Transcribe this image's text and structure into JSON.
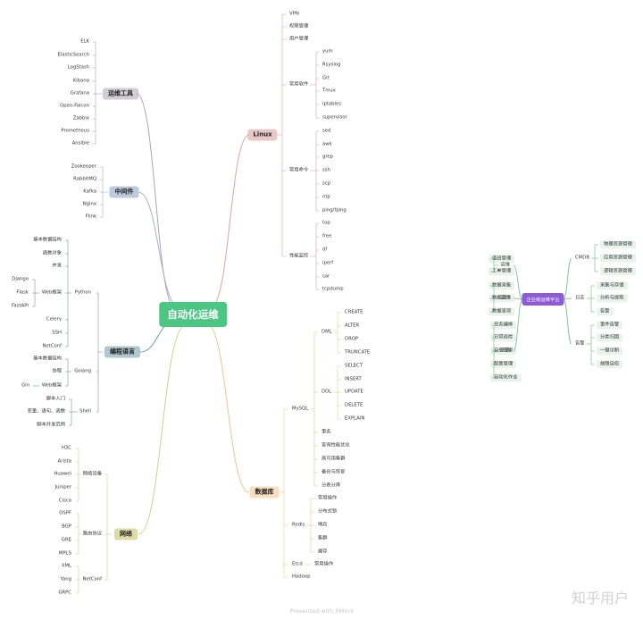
{
  "center_title": "自动化运维",
  "footer": "Presented with XMind",
  "watermark": "知乎用户",
  "colors": {
    "center": "#4cc683",
    "platform": "#8f5bd4",
    "ops_tools": "#a9a4b2",
    "middleware": "#9fb3cc",
    "languages": "#6e99a8",
    "network": "#d2cf8a",
    "linux": "#dda3a3",
    "database": "#f1c48d",
    "platform_links": "#6fb68d"
  },
  "mindmap": {
    "ops_tools": {
      "label": "运维工具",
      "items": [
        "ELK",
        "ElasticSearch",
        "LogStash",
        "Kibana",
        "Grafana",
        "Open-Falcon",
        "Zabbix",
        "Prometheus",
        "Ansible"
      ]
    },
    "middleware": {
      "label": "中间件",
      "items": [
        "Zookeeper",
        "RabbitMQ",
        "Kafka",
        "Nginx",
        "Flink"
      ]
    },
    "languages": {
      "label": "编程语言",
      "python": {
        "label": "Python",
        "items": [
          "基本数据结构",
          "函数对象",
          "并发",
          "Celery",
          "SSH",
          "NetConf"
        ],
        "web": {
          "label": "Web框架",
          "items": [
            "Django",
            "Flask",
            "FastAPI"
          ]
        }
      },
      "golang": {
        "label": "Golang",
        "items": [
          "基本数据结构",
          "协程"
        ],
        "web": {
          "label": "Web框架",
          "items": [
            "Gin"
          ]
        }
      },
      "shell": {
        "label": "Shell",
        "items": [
          "脚本入门",
          "变量、语句、函数",
          "脚本开发范例"
        ]
      }
    },
    "network": {
      "label": "网络",
      "devices": {
        "label": "网络设备",
        "items": [
          "H3C",
          "Arista",
          "Huawei",
          "Juniper",
          "Cisco"
        ]
      },
      "routing": {
        "label": "路由协议",
        "items": [
          "OSPF",
          "BGP",
          "GRE",
          "MPLS"
        ]
      },
      "netconf": {
        "label": "NetConf",
        "items": [
          "XML",
          "Yang",
          "GRPC"
        ]
      }
    },
    "linux": {
      "label": "Linux",
      "top_items": [
        "VPN",
        "权限管理",
        "用户管理"
      ],
      "software": {
        "label": "常用软件",
        "items": [
          "yum",
          "Rsyslog",
          "Git",
          "Tmux",
          "iptables",
          "supervisor"
        ]
      },
      "commands": {
        "label": "常用命令",
        "items": [
          "sed",
          "awk",
          "grep",
          "ssh",
          "scp",
          "ntp",
          "ping/fping"
        ]
      },
      "monitoring": {
        "label": "性能监控",
        "items": [
          "top",
          "free",
          "df",
          "iperf",
          "sar",
          "tcpdump"
        ]
      }
    },
    "database": {
      "label": "数据库",
      "mysql": {
        "label": "MySQL",
        "dml": {
          "label": "DML",
          "items": [
            "CREATE",
            "ALTER",
            "DROP",
            "TRUNCATE"
          ]
        },
        "ddl": {
          "label": "DDL",
          "items": [
            "SELECT",
            "INSERT",
            "UPDATE",
            "DELETE",
            "EXPLAIN"
          ]
        },
        "items": [
          "事务",
          "查询性能优化",
          "高可用集群",
          "备份与恢复",
          "分表分库"
        ]
      },
      "redis": {
        "label": "Redis",
        "items": [
          "常用操作",
          "分布式锁",
          "哨兵",
          "集群",
          "缓存"
        ]
      },
      "etcd": {
        "label": "Etcd",
        "items": [
          "常用操作"
        ]
      },
      "hadoop": {
        "label": "Hadoop"
      }
    },
    "platform": {
      "label": "企业级运维平台",
      "ops": {
        "label": "运维",
        "items": [
          "值班管理",
          "工单管理"
        ]
      },
      "monitor": {
        "label": "监控",
        "items": [
          "数据采集",
          "数据清洗",
          "数据呈现"
        ]
      },
      "change": {
        "label": "变更",
        "items": [
          "任务编排",
          "日常巡检",
          "自愈变更",
          "配置管理",
          "自动化作业"
        ]
      },
      "cmdb": {
        "label": "CMDB",
        "items": [
          "物理资源管理",
          "应用资源管理",
          "逻辑资源管理"
        ]
      },
      "log": {
        "label": "日志",
        "items": [
          "采集与存储",
          "分析与提取",
          "告警"
        ]
      },
      "alert": {
        "label": "告警",
        "items": [
          "事件告警",
          "分类归因",
          "一键诊断",
          "故障自愈"
        ]
      }
    }
  }
}
